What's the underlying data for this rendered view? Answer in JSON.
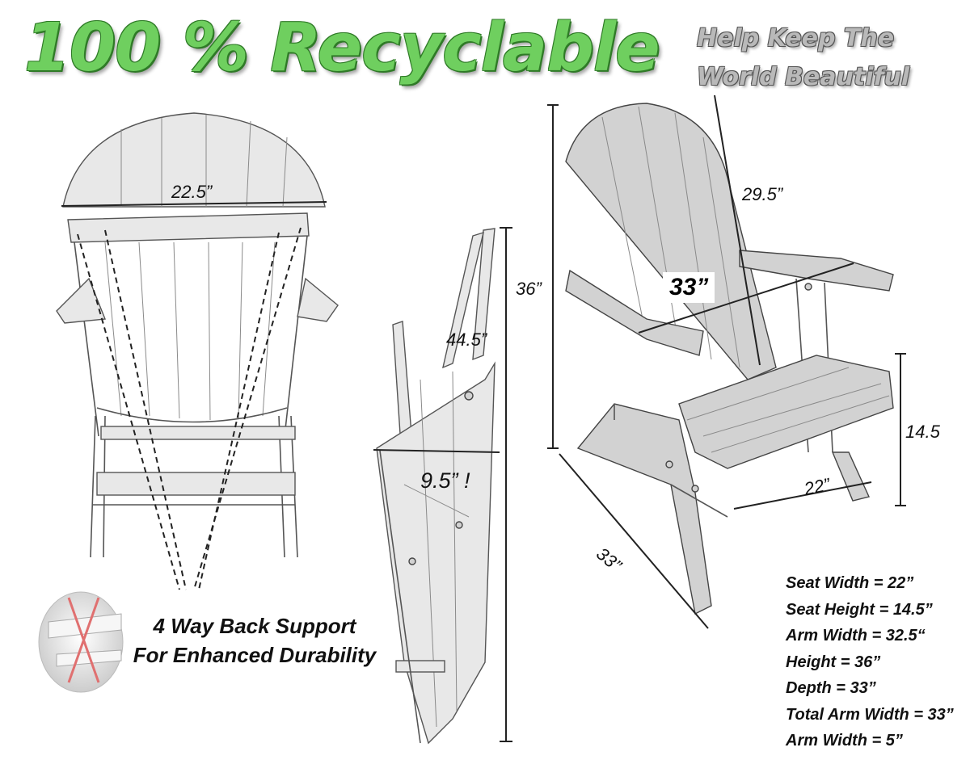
{
  "headline": "100 % Recyclable",
  "tagline": {
    "line1": "Help Keep The",
    "line2": "World Beautiful"
  },
  "colors": {
    "headline_green": "#6fcf5f",
    "tagline_gray": "#b9b9b9",
    "x_mark_red": "#e07070"
  },
  "back_view": {
    "width_label": "22.5”",
    "caption": {
      "line1": "4 Way Back Support",
      "line2": "For Enhanced Durability"
    },
    "inset_icon": "x-brace-detail-icon"
  },
  "folded_view": {
    "height_label": "36”",
    "back_length_label": "44.5”",
    "folded_width_label": "9.5” !"
  },
  "side_view": {
    "back_height_label": "29.5”",
    "arm_width_label": "33”",
    "seat_height_label": "14.5",
    "seat_width_label": "22”",
    "depth_label": "33”"
  },
  "specs": [
    "Seat Width = 22”",
    "Seat Height = 14.5”",
    "Arm Width = 32.5“",
    "Height = 36”",
    "Depth = 33”",
    "Total Arm Width = 33”",
    "Arm Width = 5”"
  ]
}
